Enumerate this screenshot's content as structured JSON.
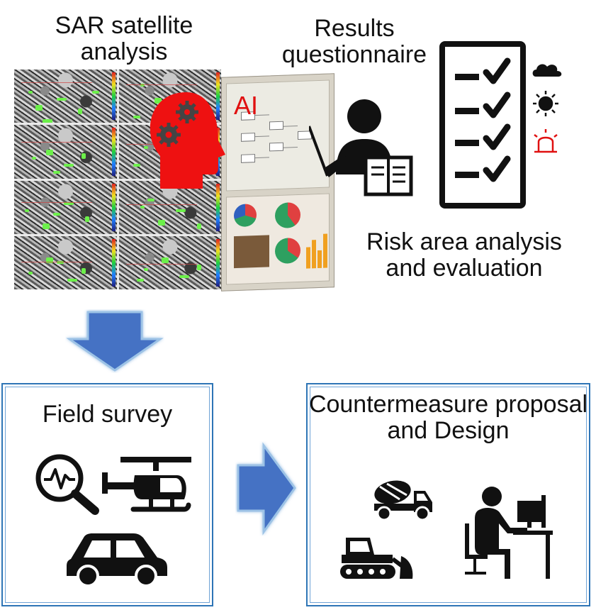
{
  "labels": {
    "sar_analysis": "SAR satellite analysis",
    "results_questionnaire": "Results questionnaire",
    "ai": "AI",
    "risk_area": "Risk area analysis and evaluation"
  },
  "panels": {
    "field_survey": {
      "title": "Field survey"
    },
    "countermeasure": {
      "title": "Countermeasure proposal and Design"
    }
  },
  "colors": {
    "accent_blue": "#4472c4",
    "panel_border": "#2e75b6",
    "ai_red": "#e01010",
    "sar_highlight": "#6cf04a"
  },
  "icons": {
    "sar": "sar-image-grid",
    "ai": "ai-head-gears-icon",
    "presenter": "presenter-book-icon",
    "checklist": "checklist-icon",
    "weather": [
      "cloud-icon",
      "sun-icon",
      "alarm-light-icon"
    ],
    "field_survey": [
      "magnifier-pulse-icon",
      "helicopter-icon",
      "car-icon"
    ],
    "countermeasure": [
      "mixer-truck-icon",
      "bulldozer-icon",
      "desk-worker-icon"
    ],
    "flow": [
      "down-arrow-icon",
      "right-arrow-icon"
    ]
  }
}
